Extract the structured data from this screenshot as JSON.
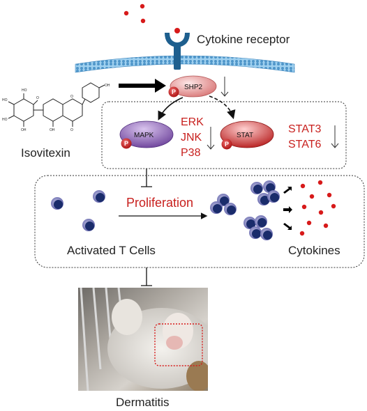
{
  "receptor_label": "Cytokine receptor",
  "compound_label": "Isovitexin",
  "shp2_label": "SHP2",
  "phospho_label": "P",
  "mapk_label": "MAPK",
  "stat_label": "STAT",
  "mapk_targets": [
    "ERK",
    "JNK",
    "P38"
  ],
  "stat_targets": [
    "STAT3",
    "STAT6"
  ],
  "proliferation_label": "Proliferation",
  "tcells_label": "Activated T Cells",
  "cytokines_label": "Cytokines",
  "dermatitis_label": "Dermatitis",
  "atom_labels": {
    "oh": "OH",
    "o": "O",
    "ho": "HO"
  },
  "colors": {
    "receptor": "#1e5f8e",
    "membrane": "#5aa6d8",
    "mapk": "#7b4fa8",
    "stat": "#c41e1e",
    "shp2": "#e28a8a",
    "red_text": "#c8201e",
    "cell": "#1a2c6b",
    "cytokine_dot": "#d71a1a"
  }
}
